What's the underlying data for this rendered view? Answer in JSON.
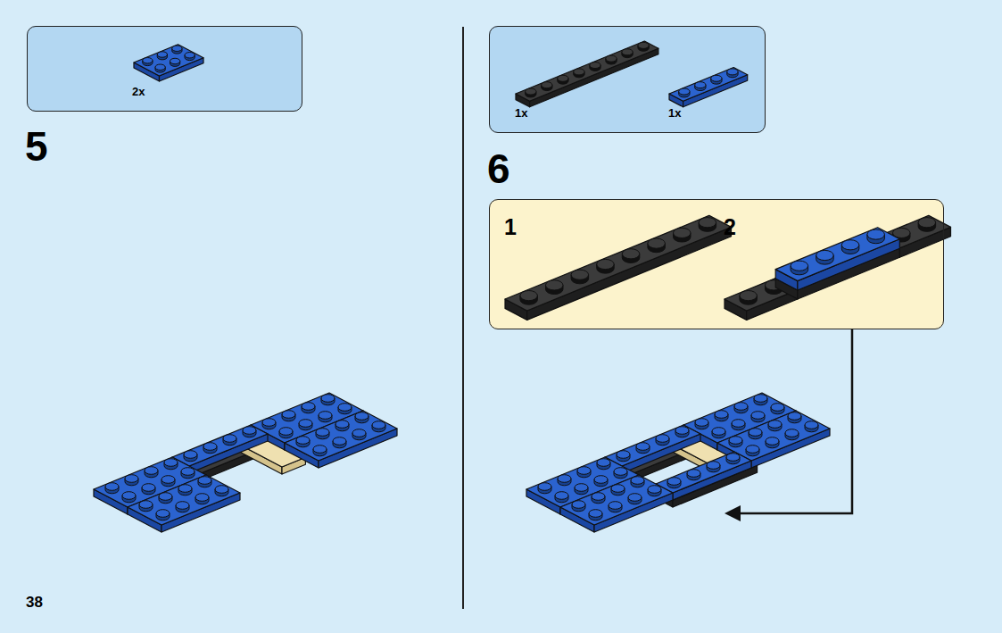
{
  "diagram": {
    "nodes": [
      {
        "text": [
          "2x"
        ]
      },
      {
        "text": [
          "1x",
          "1x"
        ]
      },
      {
        "text": [
          "1",
          "2"
        ]
      }
    ],
    "labels": [
      "5",
      "6",
      "38"
    ]
  }
}
